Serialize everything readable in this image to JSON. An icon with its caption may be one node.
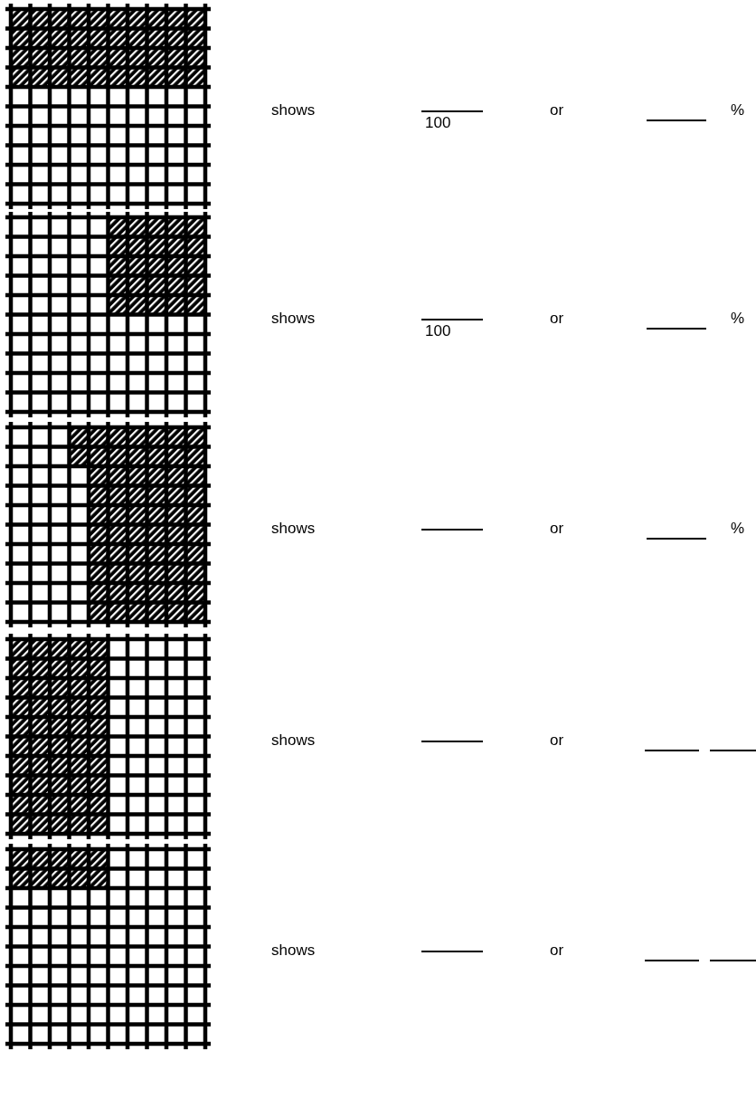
{
  "diagram": {
    "labels": [
      "shows",
      "100",
      "or",
      "%",
      "shows",
      "100",
      "or",
      "%",
      "shows",
      "or",
      "%",
      "shows",
      "or",
      "shows",
      "or"
    ]
  }
}
